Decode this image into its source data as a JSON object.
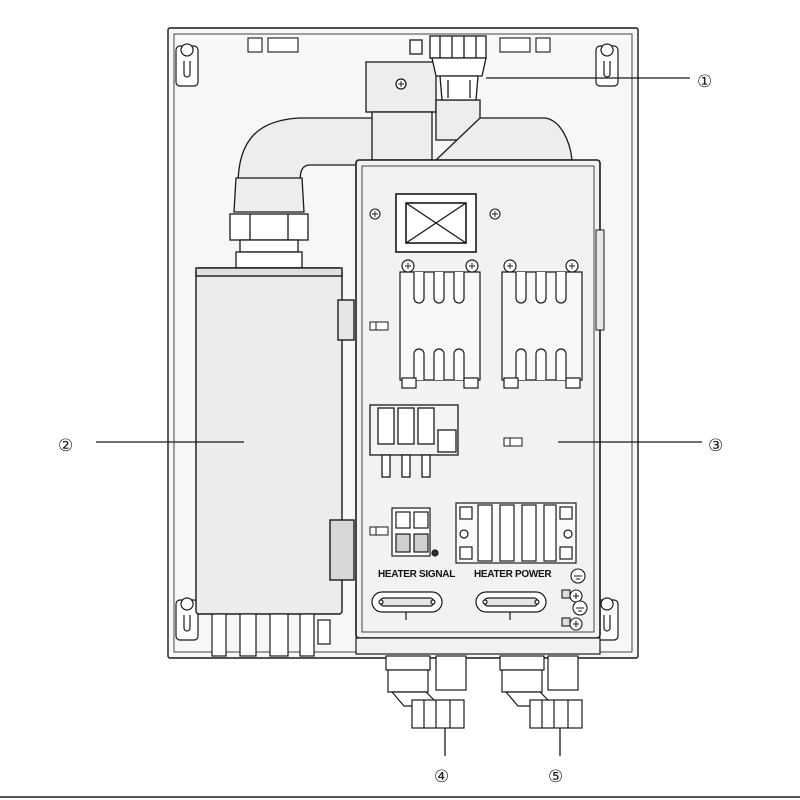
{
  "labels": {
    "heater_signal": "HEATER SIGNAL",
    "heater_power": "HEATER POWER"
  },
  "callouts": [
    {
      "id": "1",
      "text": "①"
    },
    {
      "id": "2",
      "text": "②"
    },
    {
      "id": "3",
      "text": "③"
    },
    {
      "id": "4",
      "text": "④"
    },
    {
      "id": "5",
      "text": "⑤"
    }
  ],
  "colors": {
    "line": "#1a1a1a",
    "panel_fill": "#f2f2f2",
    "frame_fill": "#f7f7f7",
    "cylinder_fill": "#ececec"
  }
}
